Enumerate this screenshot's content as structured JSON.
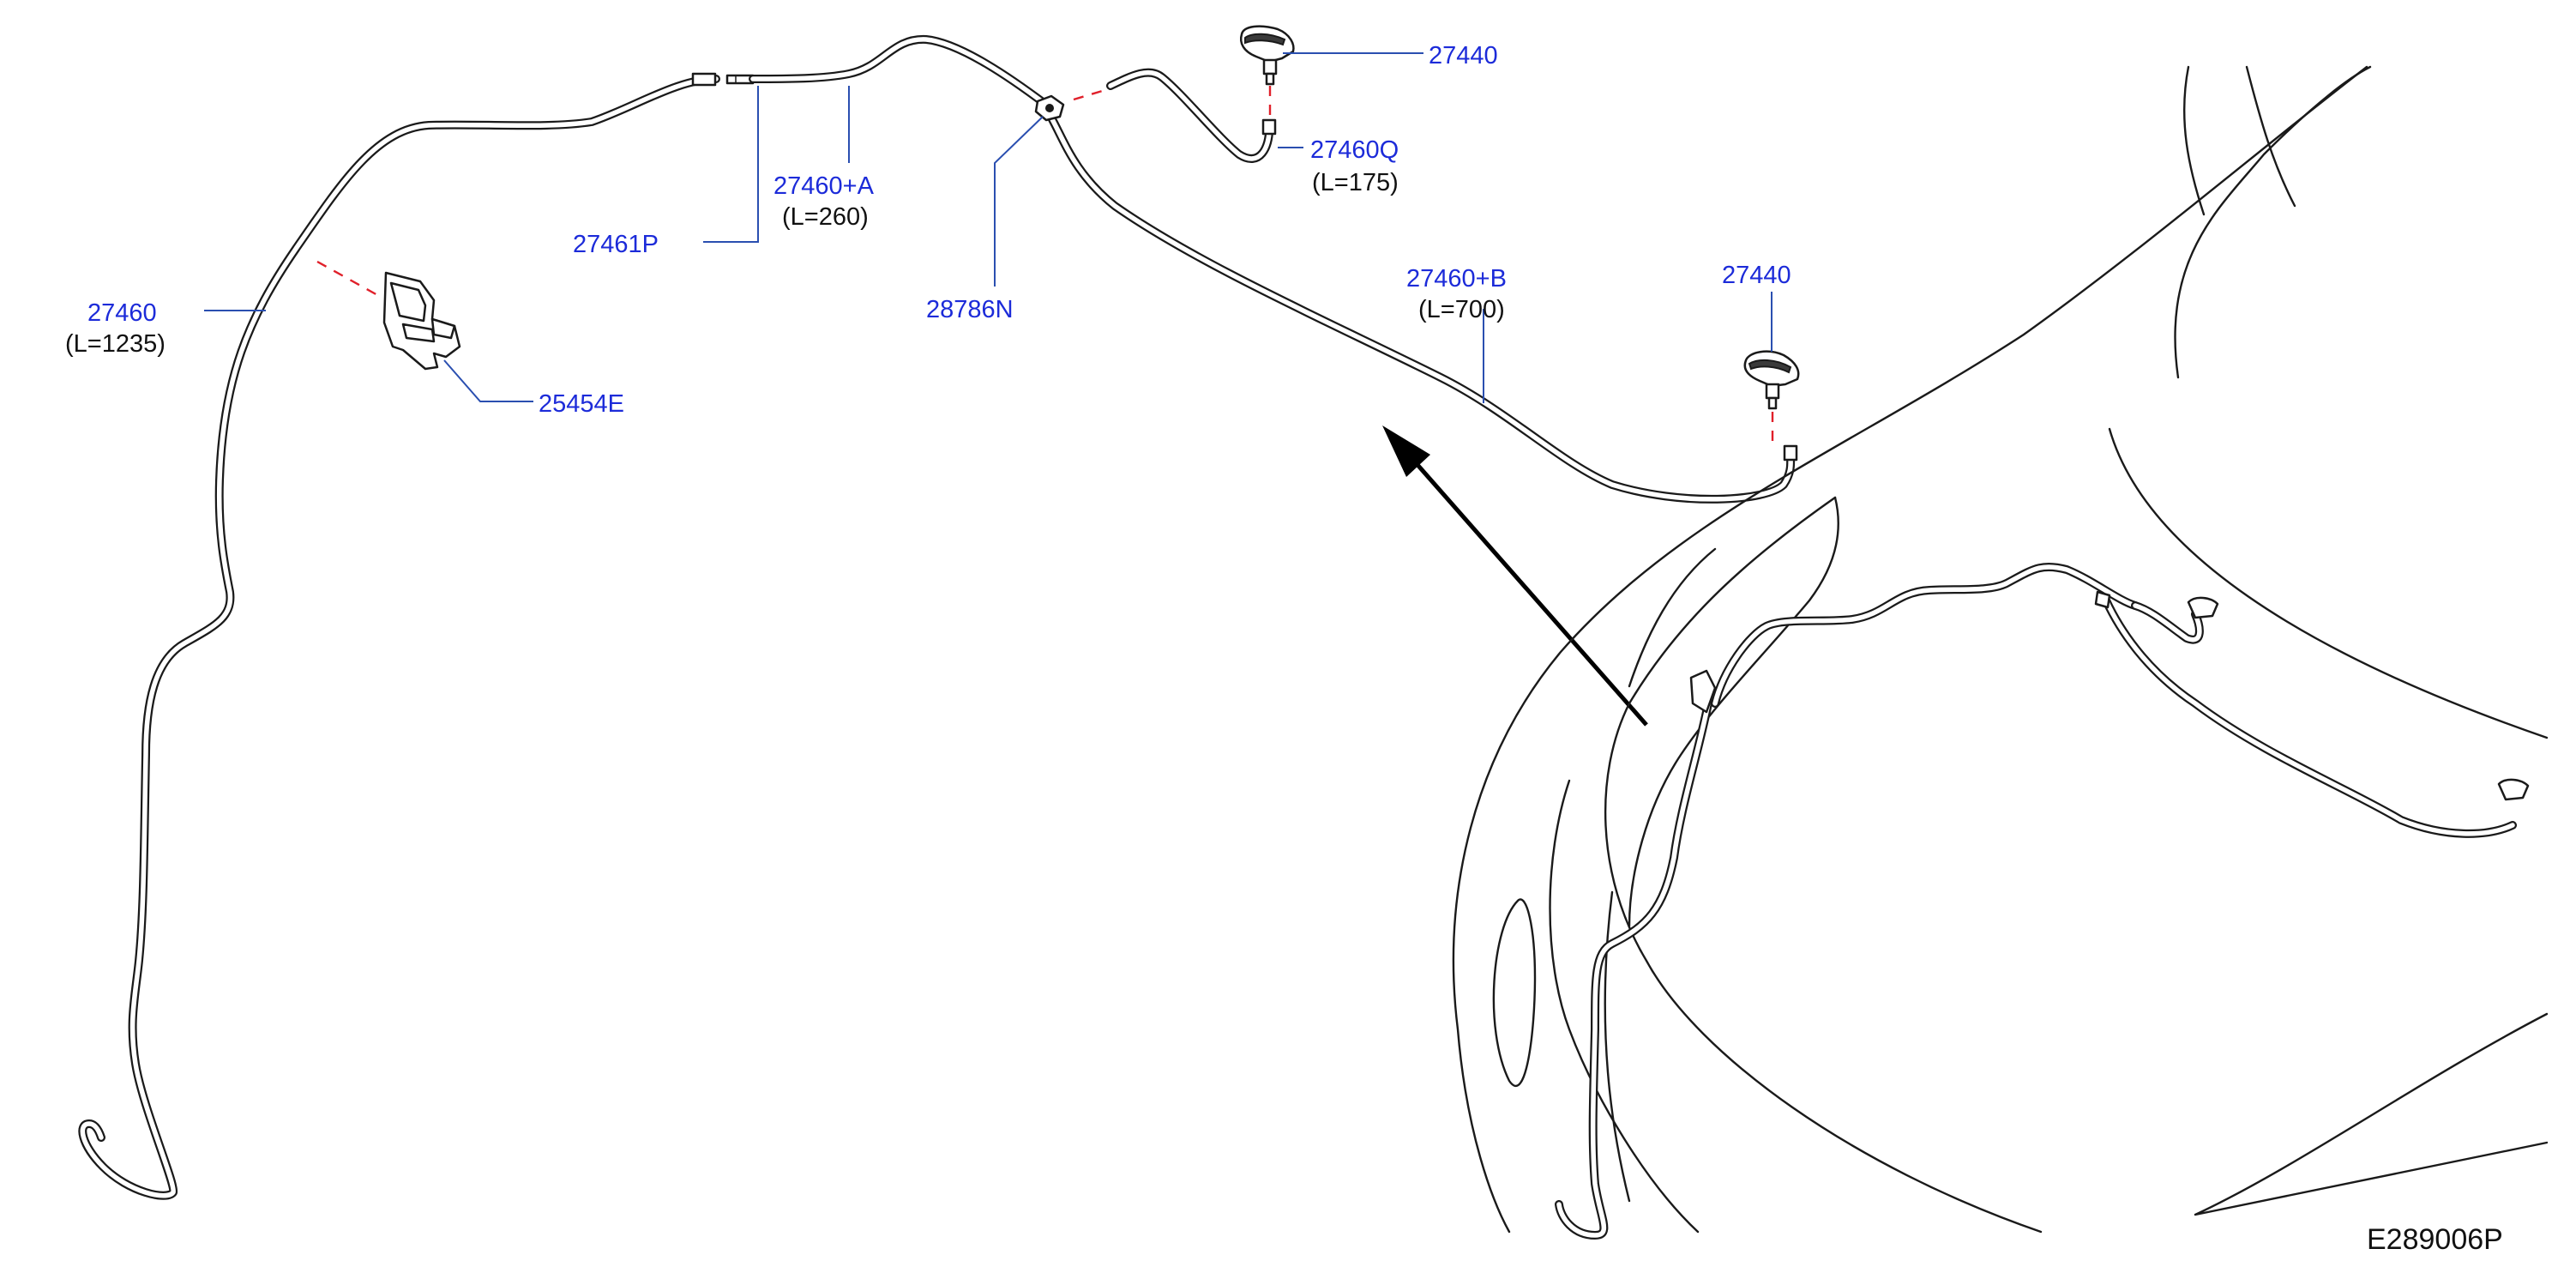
{
  "labels": {
    "washer_nozzle_top": "27440",
    "washer_nozzle_right": "27440",
    "hose_q": "27460Q",
    "hose_q_length": "(L=175)",
    "hose_a": "27460+A",
    "hose_a_length": "(L=260)",
    "hose_b": "27460+B",
    "hose_b_length": "(L=700)",
    "hose_main": "27460",
    "hose_main_length": "(L=1235)",
    "connector": "27461P",
    "joint": "28786N",
    "clip": "25454E"
  },
  "drawing_id": "E289006P"
}
